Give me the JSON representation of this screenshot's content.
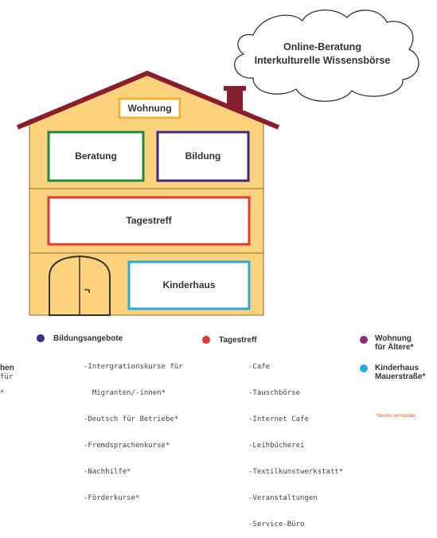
{
  "cloud": {
    "line1": "Online-Beratung",
    "line2": "Interkulturelle Wissensbörse"
  },
  "house": {
    "wohnung": "Wohnung",
    "beratung": "Beratung",
    "bildung": "Bildung",
    "tagestreff": "Tagestreff",
    "kinderhaus": "Kinderhaus"
  },
  "colors": {
    "wall": "#fcd27c",
    "roof": "#8b1c2c",
    "chimney": "#861f2e",
    "green": "#1f8a3a",
    "purple": "#3e2b86",
    "red": "#e53a30",
    "cyan": "#29a9e0",
    "plum": "#8a2f7b",
    "door": "#fcd27c",
    "footnote": "#e0622d"
  },
  "legend": {
    "left_cut_head": "hen",
    "left_cut_item": "für",
    "left_cut_star": "*",
    "bildungsangebote": {
      "title": "Bildungsangebote",
      "items": [
        "-Intergrationskurse für",
        "  Migranten/-innen*",
        "-Deutsch für Betriebe*",
        "-Fremdsprachenkurse*",
        "-Nachhilfe*",
        "-Förderkurse*"
      ]
    },
    "tagestreff": {
      "title": "Tagestreff",
      "items": [
        "-Cafe",
        "-Tauschbörse",
        "-Internet Cafe",
        "-Leihbücherei",
        "-Textilkunstwerkstatt*",
        "-Veranstaltungen",
        "-Service-Büro"
      ]
    },
    "wohnung": {
      "line1": "Wohnung",
      "line2": "für Ältere*"
    },
    "kinderhaus": {
      "line1": "Kinderhaus",
      "line2": "Mauerstraße*"
    },
    "footnote": "*bereits vorhanden"
  }
}
